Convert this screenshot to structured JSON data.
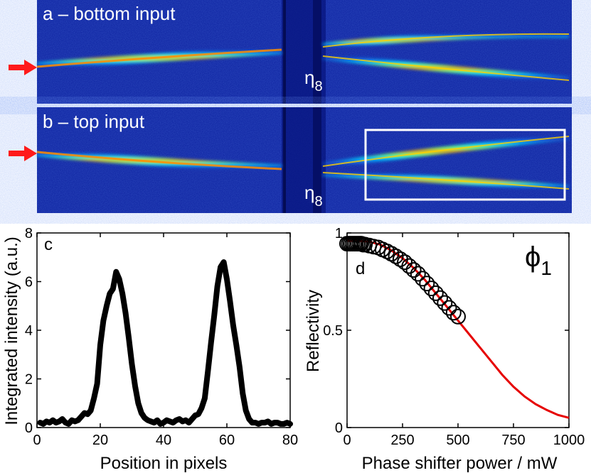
{
  "colors": {
    "camera_background": "#0a1f9e",
    "camera_background_dark": "#06127a",
    "arrow": "#ff1a1a",
    "fit_line": "#e60000",
    "data_line": "#000000",
    "frame_box": "#ffffff"
  },
  "panels": {
    "a": {
      "label": "a – bottom input",
      "eta_base": "η",
      "eta_sub": "8"
    },
    "b": {
      "label": "b – top input",
      "eta_base": "η",
      "eta_sub": "8"
    }
  },
  "chart_data": [
    {
      "id": "c",
      "type": "line",
      "panel_label": "c",
      "title": "",
      "xlabel": "Position in pixels",
      "ylabel": "Integrated intensity (a.u.)",
      "xlim": [
        0,
        80
      ],
      "ylim": [
        0,
        8
      ],
      "xticks": [
        0,
        20,
        40,
        60,
        80
      ],
      "yticks": [
        0,
        2,
        4,
        6,
        8
      ],
      "grid": false,
      "series": [
        {
          "x": [
            1,
            2,
            3,
            4,
            5,
            6,
            7,
            8,
            9,
            10,
            11,
            12,
            13,
            14,
            15,
            16,
            17,
            18,
            19,
            20,
            21,
            22,
            23,
            24,
            25,
            26,
            27,
            28,
            29,
            30,
            31,
            32,
            33,
            34,
            35,
            36,
            37,
            38,
            39,
            40,
            41,
            42,
            43,
            44,
            45,
            46,
            47,
            48,
            49,
            50,
            51,
            52,
            53,
            54,
            55,
            56,
            57,
            58,
            59,
            60,
            61,
            62,
            63,
            64,
            65,
            66,
            67,
            68,
            69,
            70,
            71,
            72,
            73,
            74,
            75,
            76,
            77,
            78,
            79,
            80
          ],
          "y": [
            0.2,
            0.15,
            0.25,
            0.2,
            0.3,
            0.2,
            0.25,
            0.35,
            0.2,
            0.15,
            0.3,
            0.25,
            0.3,
            0.45,
            0.6,
            0.55,
            0.7,
            1.2,
            1.8,
            3.4,
            4.4,
            5.0,
            5.5,
            5.7,
            6.4,
            6.1,
            5.5,
            4.7,
            3.7,
            2.6,
            1.7,
            1.0,
            0.6,
            0.4,
            0.3,
            0.25,
            0.2,
            0.3,
            0.15,
            0.2,
            0.3,
            0.25,
            0.2,
            0.3,
            0.35,
            0.25,
            0.3,
            0.2,
            0.35,
            0.5,
            0.55,
            0.8,
            1.2,
            2.3,
            3.5,
            4.6,
            5.8,
            6.6,
            6.8,
            6.1,
            5.2,
            4.2,
            3.4,
            2.5,
            1.4,
            0.7,
            0.35,
            0.2,
            0.2,
            0.15,
            0.2,
            0.2,
            0.25,
            0.15,
            0.2,
            0.2,
            0.15,
            0.15,
            0.2,
            0.15
          ]
        }
      ]
    },
    {
      "id": "d",
      "type": "scatter",
      "panel_label": "d",
      "annotation_symbol": "ϕ",
      "annotation_sub": "1",
      "title": "",
      "xlabel": "Phase shifter power / mW",
      "ylabel": "Reflectivity",
      "xlim": [
        0,
        1000
      ],
      "ylim": [
        0,
        1
      ],
      "xticks": [
        0,
        250,
        500,
        750,
        1000
      ],
      "yticks": [
        0,
        0.5,
        1
      ],
      "ytick_labels": [
        "0",
        "0.5",
        "1"
      ],
      "grid": false,
      "series": [
        {
          "kind": "scatter",
          "x": [
            0,
            8,
            16,
            24,
            32,
            40,
            48,
            56,
            64,
            72,
            80,
            100,
            120,
            140,
            160,
            180,
            200,
            220,
            240,
            260,
            280,
            300,
            320,
            340,
            360,
            380,
            400,
            420,
            440,
            460,
            480,
            500
          ],
          "y": [
            0.945,
            0.945,
            0.945,
            0.945,
            0.945,
            0.945,
            0.945,
            0.945,
            0.945,
            0.94,
            0.94,
            0.935,
            0.93,
            0.925,
            0.915,
            0.905,
            0.893,
            0.88,
            0.865,
            0.85,
            0.83,
            0.81,
            0.79,
            0.765,
            0.74,
            0.715,
            0.69,
            0.665,
            0.64,
            0.615,
            0.59,
            0.57
          ]
        },
        {
          "kind": "line",
          "x": [
            0,
            50,
            100,
            150,
            200,
            250,
            300,
            350,
            400,
            450,
            500,
            550,
            600,
            650,
            700,
            750,
            800,
            850,
            900,
            950,
            1000
          ],
          "y": [
            0.96,
            0.96,
            0.955,
            0.94,
            0.91,
            0.87,
            0.82,
            0.76,
            0.69,
            0.62,
            0.55,
            0.48,
            0.41,
            0.34,
            0.27,
            0.21,
            0.16,
            0.12,
            0.09,
            0.065,
            0.05
          ]
        }
      ]
    }
  ]
}
